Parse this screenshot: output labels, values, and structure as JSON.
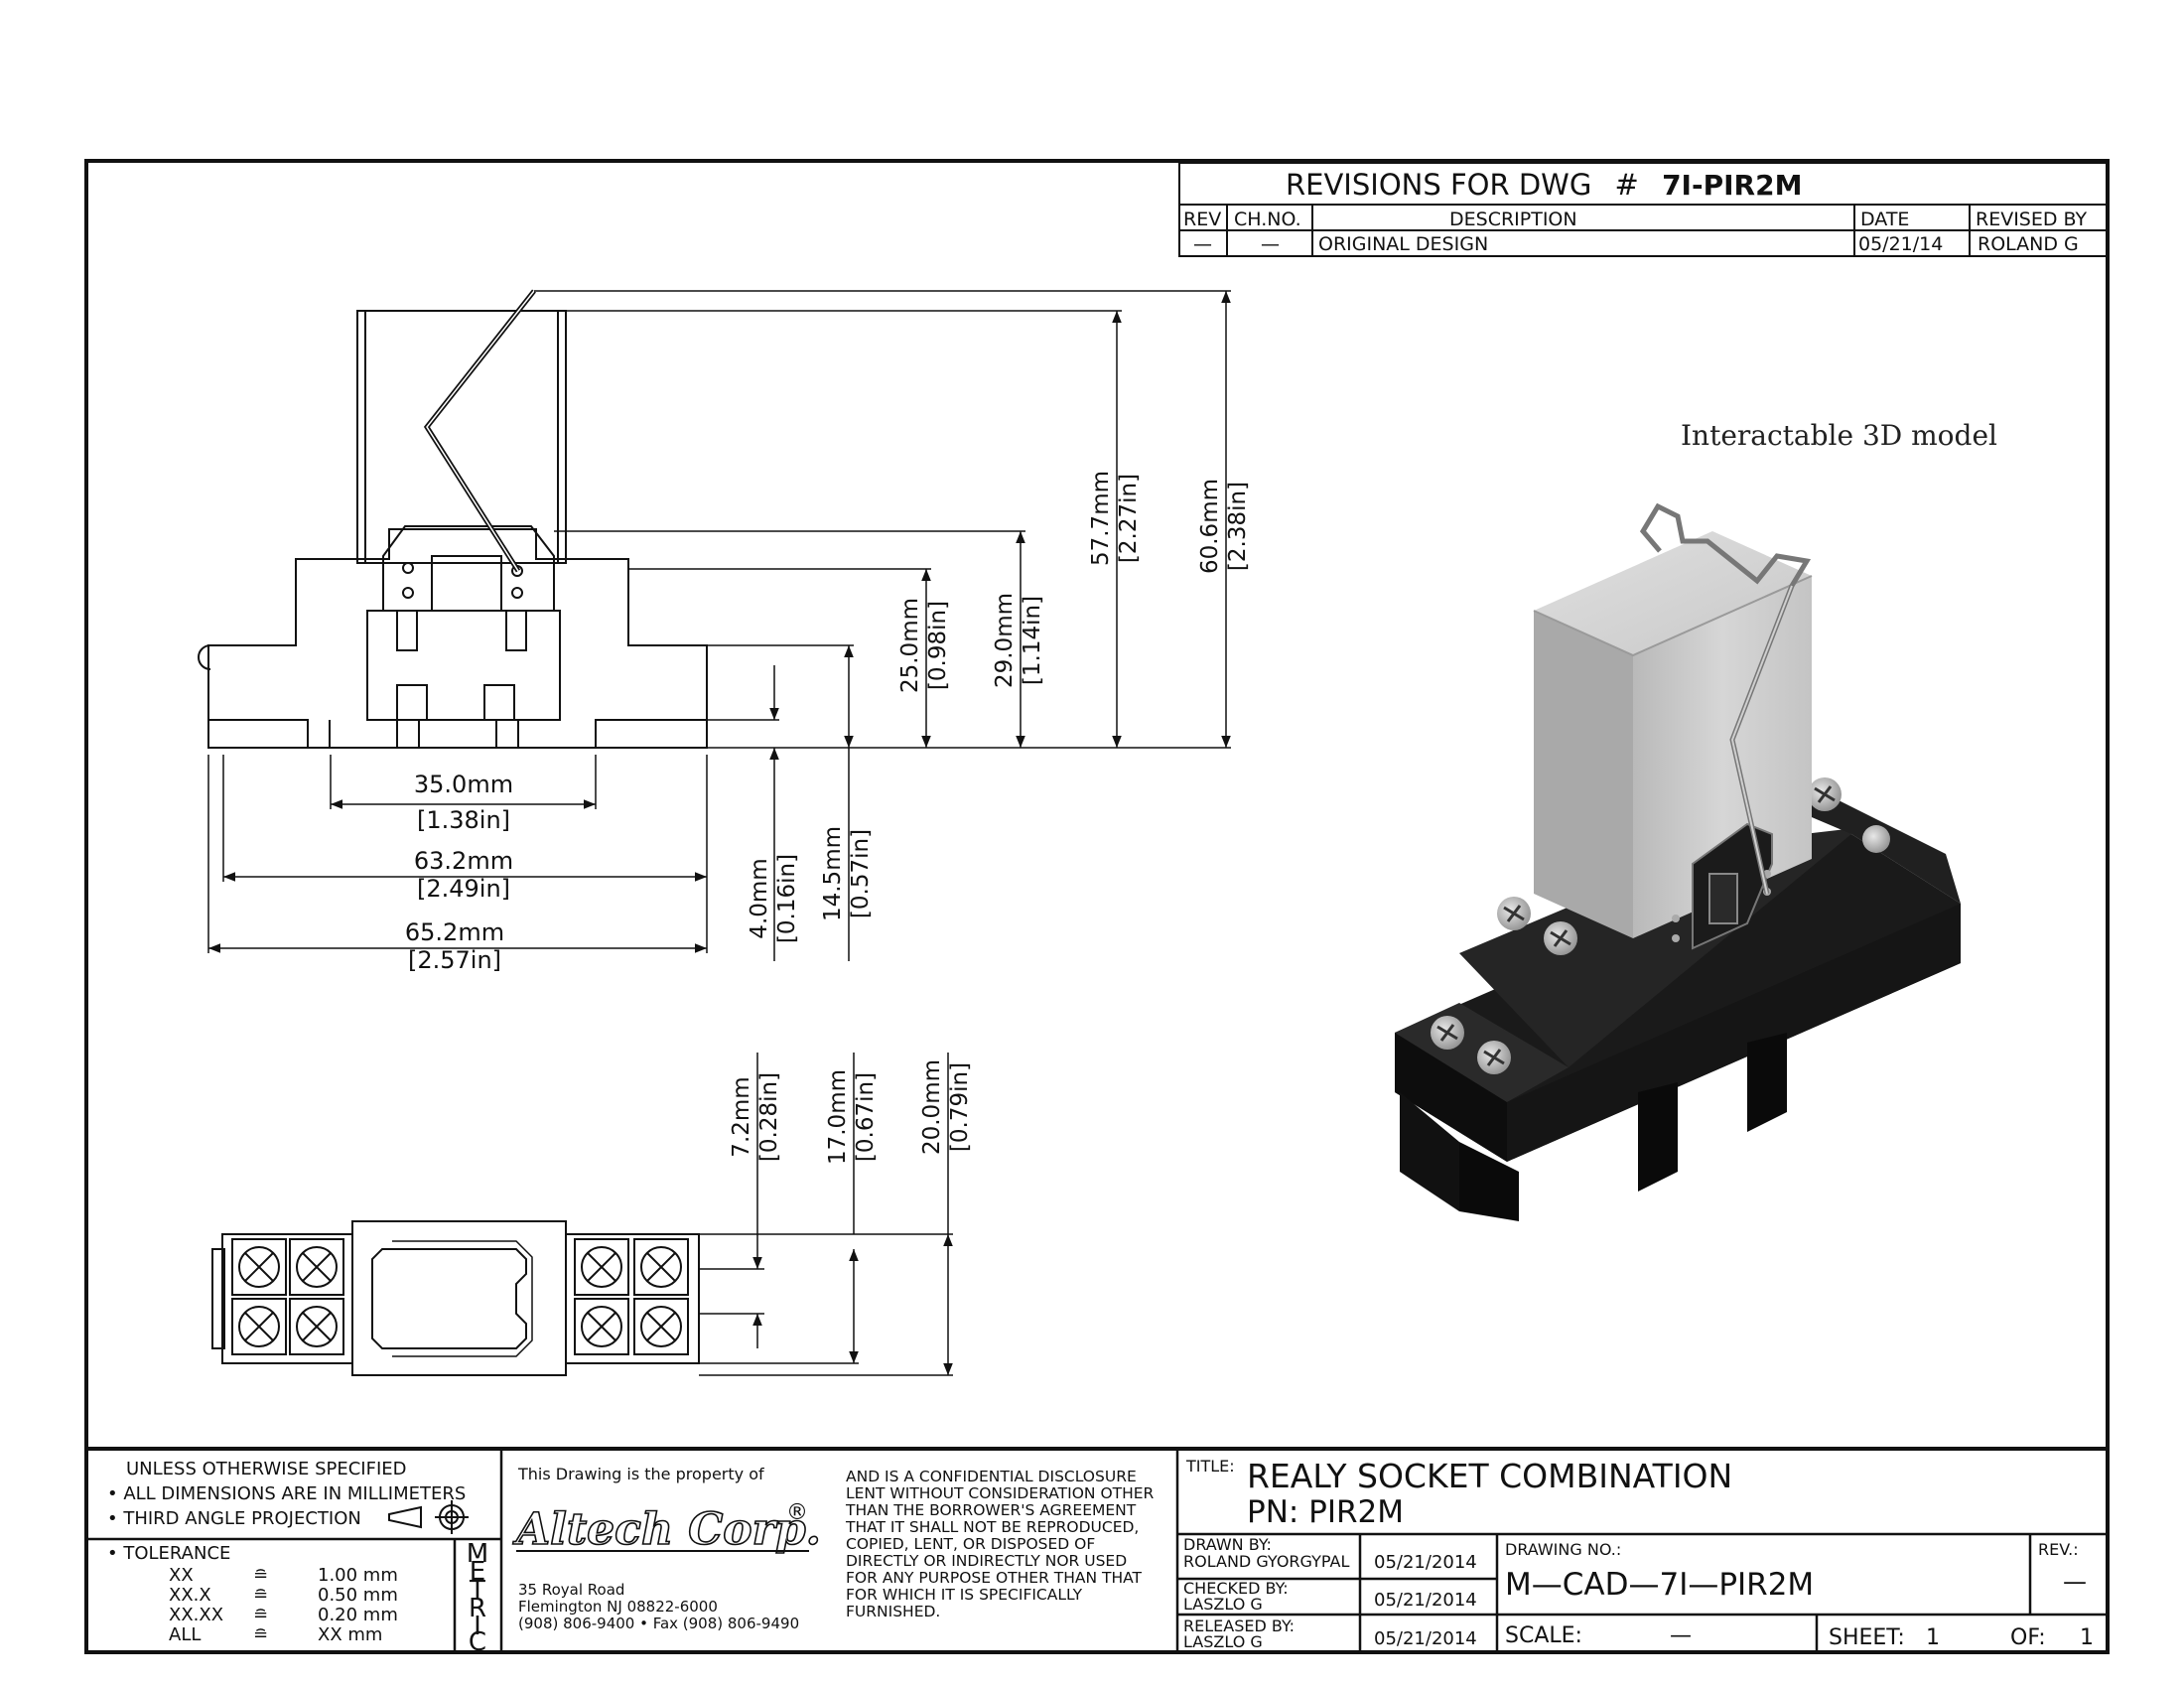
{
  "revisions": {
    "header_prefix": "REVISIONS FOR DWG",
    "hash": "#",
    "dwg_number": "7I-PIR2M",
    "columns": [
      "REV",
      "CH.NO.",
      "DESCRIPTION",
      "DATE",
      "REVISED BY"
    ],
    "rows": [
      {
        "rev": "—",
        "ch_no": "—",
        "description": "ORIGINAL DESIGN",
        "date": "05/21/14",
        "revised_by": "ROLAND G"
      }
    ]
  },
  "side_view": {
    "dims": {
      "w35": "35.0mm",
      "w35_in": "[1.38in]",
      "w632": "63.2mm",
      "w632_in": "[2.49in]",
      "w652": "65.2mm",
      "w652_in": "[2.57in]",
      "h40": "4.0mm",
      "h40_in": "[0.16in]",
      "h145": "14.5mm",
      "h145_in": "[0.57in]",
      "h250": "25.0mm",
      "h250_in": "[0.98in]",
      "h290": "29.0mm",
      "h290_in": "[1.14in]",
      "h577": "57.7mm",
      "h577_in": "[2.27in]",
      "h606": "60.6mm",
      "h606_in": "[2.38in]"
    }
  },
  "top_view": {
    "dims": {
      "d72": "7.2mm",
      "d72_in": "[0.28in]",
      "d170": "17.0mm",
      "d170_in": "[0.67in]",
      "d200": "20.0mm",
      "d200_in": "[0.79in]"
    }
  },
  "model_label": "Interactable 3D model",
  "notes": {
    "unless": "UNLESS OTHERWISE SPECIFIED",
    "dims_mm": "• ALL DIMENSIONS ARE IN MILLIMETERS",
    "third_angle": "• THIRD ANGLE PROJECTION",
    "tolerance": "• TOLERANCE",
    "tol_rows": [
      {
        "k": "XX",
        "sym": "≘",
        "v": "1.00 mm"
      },
      {
        "k": "XX.X",
        "sym": "≘",
        "v": "0.50 mm"
      },
      {
        "k": "XX.XX",
        "sym": "≘",
        "v": "0.20 mm"
      },
      {
        "k": "ALL",
        "sym": "≘",
        "v": "XX mm"
      }
    ],
    "metric": [
      "M",
      "E",
      "T",
      "R",
      "I",
      "C"
    ]
  },
  "company": {
    "property_of": "This Drawing is the property of",
    "name": "Altech Corp.",
    "reg": "®",
    "address1": "35 Royal Road",
    "address2": "Flemington NJ 08822-6000",
    "phone": "(908) 806-9400 • Fax (908) 806-9490",
    "confidential": [
      "AND IS A CONFIDENTIAL DISCLOSURE",
      "LENT WITHOUT CONSIDERATION OTHER",
      "THAN THE BORROWER'S AGREEMENT",
      "THAT IT SHALL NOT BE REPRODUCED,",
      "COPIED, LENT, OR DISPOSED OF",
      "DIRECTLY OR INDIRECTLY NOR USED",
      "FOR ANY PURPOSE OTHER THAN THAT",
      "FOR WHICH IT IS SPECIFICALLY",
      "FURNISHED."
    ]
  },
  "title_block": {
    "title_label": "TITLE:",
    "title": "REALY SOCKET COMBINATION",
    "pn": "PN: PIR2M",
    "drawn_by_label": "DRAWN BY:",
    "drawn_by": "ROLAND GYORGYPAL",
    "drawn_date": "05/21/2014",
    "checked_by_label": "CHECKED BY:",
    "checked_by": "LASZLO G",
    "checked_date": "05/21/2014",
    "released_by_label": "RELEASED BY:",
    "released_by": "LASZLO G",
    "released_date": "05/21/2014",
    "drawing_no_label": "DRAWING NO.:",
    "drawing_no": "M—CAD—7I—PIR2M",
    "rev_label": "REV.:",
    "rev": "—",
    "scale_label": "SCALE:",
    "scale": "—",
    "sheet_label": "SHEET:",
    "sheet": "1",
    "of_label": "OF:",
    "of": "1"
  }
}
